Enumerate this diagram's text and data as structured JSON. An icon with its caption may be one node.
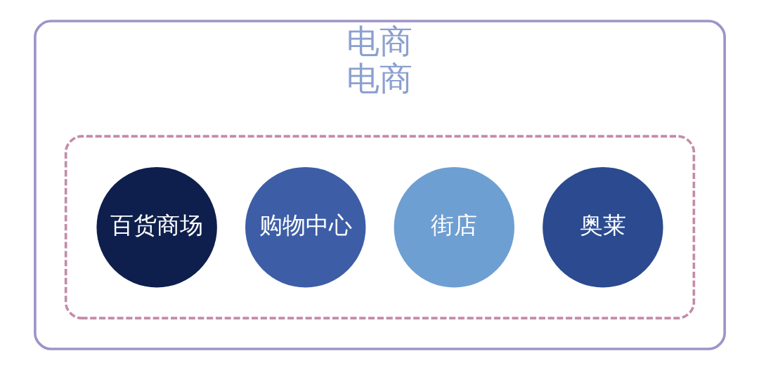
{
  "diagram": {
    "nodes": [
      {
        "text": [
          "电商",
          "电商"
        ]
      },
      {
        "text": [],
        "shape": "ellipse",
        "in": 0
      },
      {
        "text": [
          "奥莱"
        ],
        "in": 1
      },
      {
        "text": [
          "街店"
        ],
        "in": 1
      },
      {
        "text": [
          "购物中心"
        ],
        "in": 1
      },
      {
        "text": [
          "百货商场"
        ],
        "in": 1
      }
    ],
    "edges": []
  }
}
